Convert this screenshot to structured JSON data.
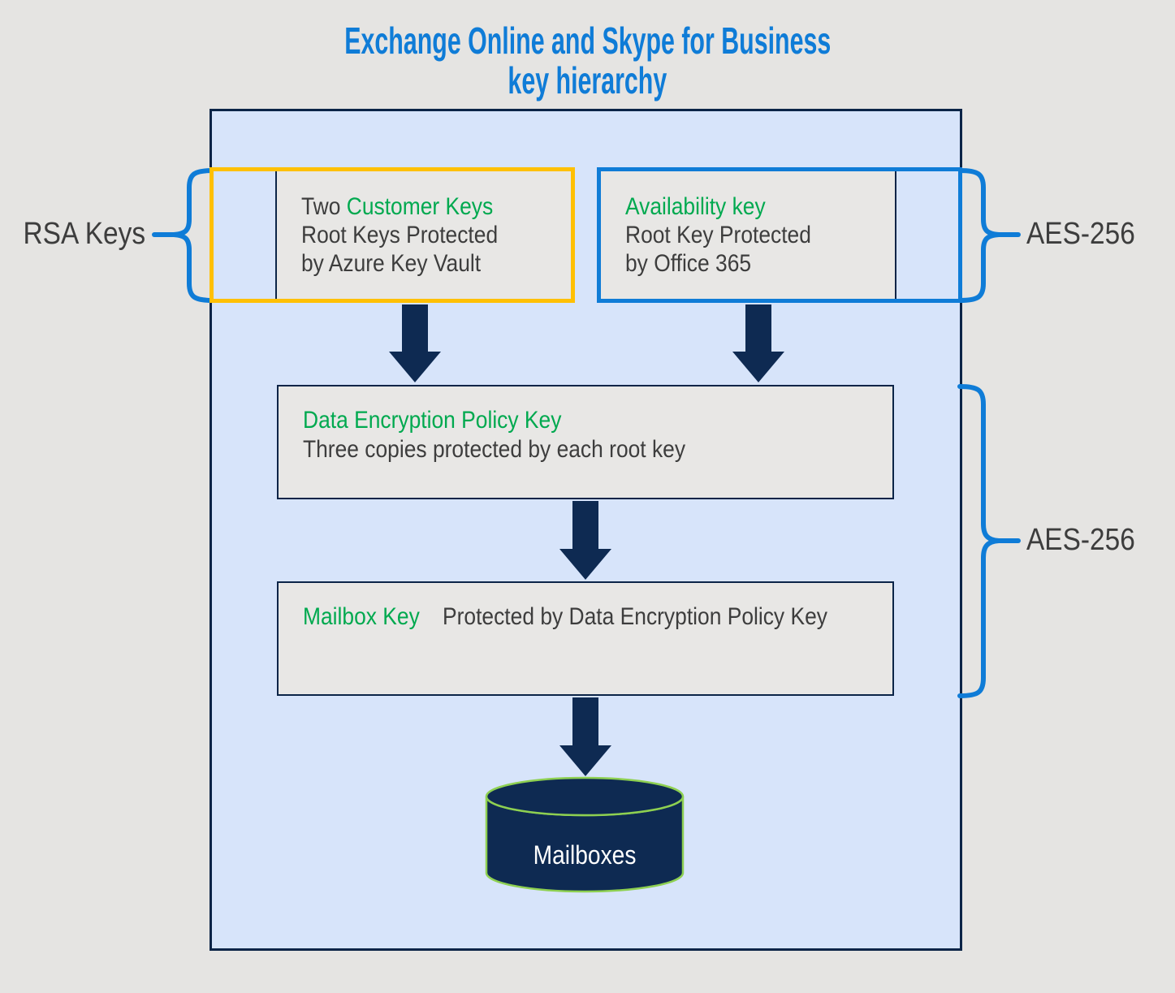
{
  "title": {
    "line1": "Exchange Online and Skype for Business",
    "line2": "key hierarchy"
  },
  "side_labels": {
    "rsa": "RSA Keys",
    "aes_top": "AES-256",
    "aes_bottom": "AES-256"
  },
  "boxes": {
    "customer_key": {
      "prefix": "Two ",
      "name": "Customer Keys",
      "desc1": "Root Keys Protected",
      "desc2": "by Azure Key Vault"
    },
    "availability_key": {
      "name": "Availability key",
      "desc1": "Root Key Protected",
      "desc2": "by Office 365"
    },
    "dep_key": {
      "name": "Data Encryption Policy Key",
      "desc1": "Three copies protected by each root key"
    },
    "mailbox_key": {
      "name": "Mailbox Key",
      "desc1": "Protected by Data Encryption Policy Key"
    }
  },
  "cylinder": {
    "label": "Mailboxes"
  },
  "colors": {
    "page-bg": "#e5e4e2",
    "panel-blue": "#d7e4fa",
    "box-gray": "#e8e7e5",
    "ink": "#0b2447",
    "navy": "#0e2a52",
    "blue": "#0f7cd7",
    "orange": "#ffc003",
    "green": "#00a94f",
    "cyl-green": "#8ed051",
    "text-dark": "#3d3d3d"
  }
}
